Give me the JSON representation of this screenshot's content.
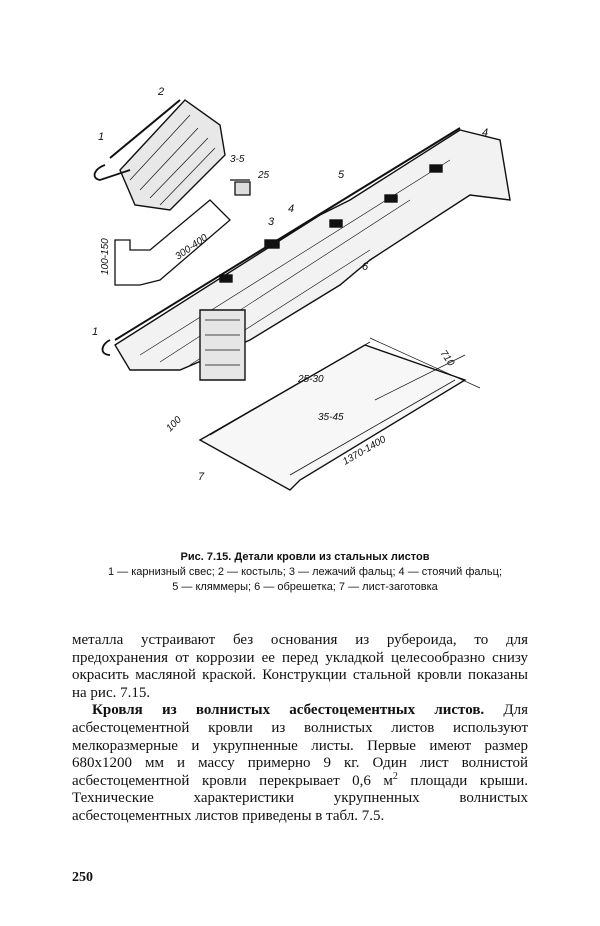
{
  "figure": {
    "labels": {
      "l1_top": "1",
      "l2": "2",
      "l3": "3",
      "l4_mid": "4",
      "l4_top": "4",
      "l5": "5",
      "l6": "6",
      "l1_bottom": "1",
      "l7": "7"
    },
    "dimensions": {
      "d_3_5": "3-5",
      "d_25": "25",
      "d_300_400": "300-400",
      "d_100_150": "100-150",
      "d_710": "710",
      "d_25_30": "25-30",
      "d_35_45": "35-45",
      "d_1370_1400": "1370-1400",
      "d_100": "100"
    }
  },
  "caption": {
    "title": "Рис. 7.15. Детали кровли из стальных листов",
    "legend_line1": "1 — карнизный свес; 2 — костыль; 3 — лежачий фальц; 4 — стоячий фальц;",
    "legend_line2": "5 — кляммеры; 6 — обрешетка; 7 — лист-заготовка"
  },
  "body": {
    "para1": "металла устраивают без основания из рубероида, то для предохранения от коррозии ее перед укладкой целесообразно снизу окрасить масляной краской. Конструкции стальной кровли показаны на рис. 7.15.",
    "para2_heading": "Кровля из волнистых асбестоцементных листов.",
    "para2_a": " Для асбестоцементной кровли из волнистых листов используют мелкоразмерные и укрупненные листы. Первые имеют размер 680x1200 мм и массу примерно 9 кг. Один лист волнистой асбестоцементной кровли перекрывает 0,6 м",
    "para2_sup": "2",
    "para2_b": " площади крыши. Технические характеристики укрупненных волнистых асбестоцементных листов приведены в табл. 7.5."
  },
  "page_number": "250"
}
